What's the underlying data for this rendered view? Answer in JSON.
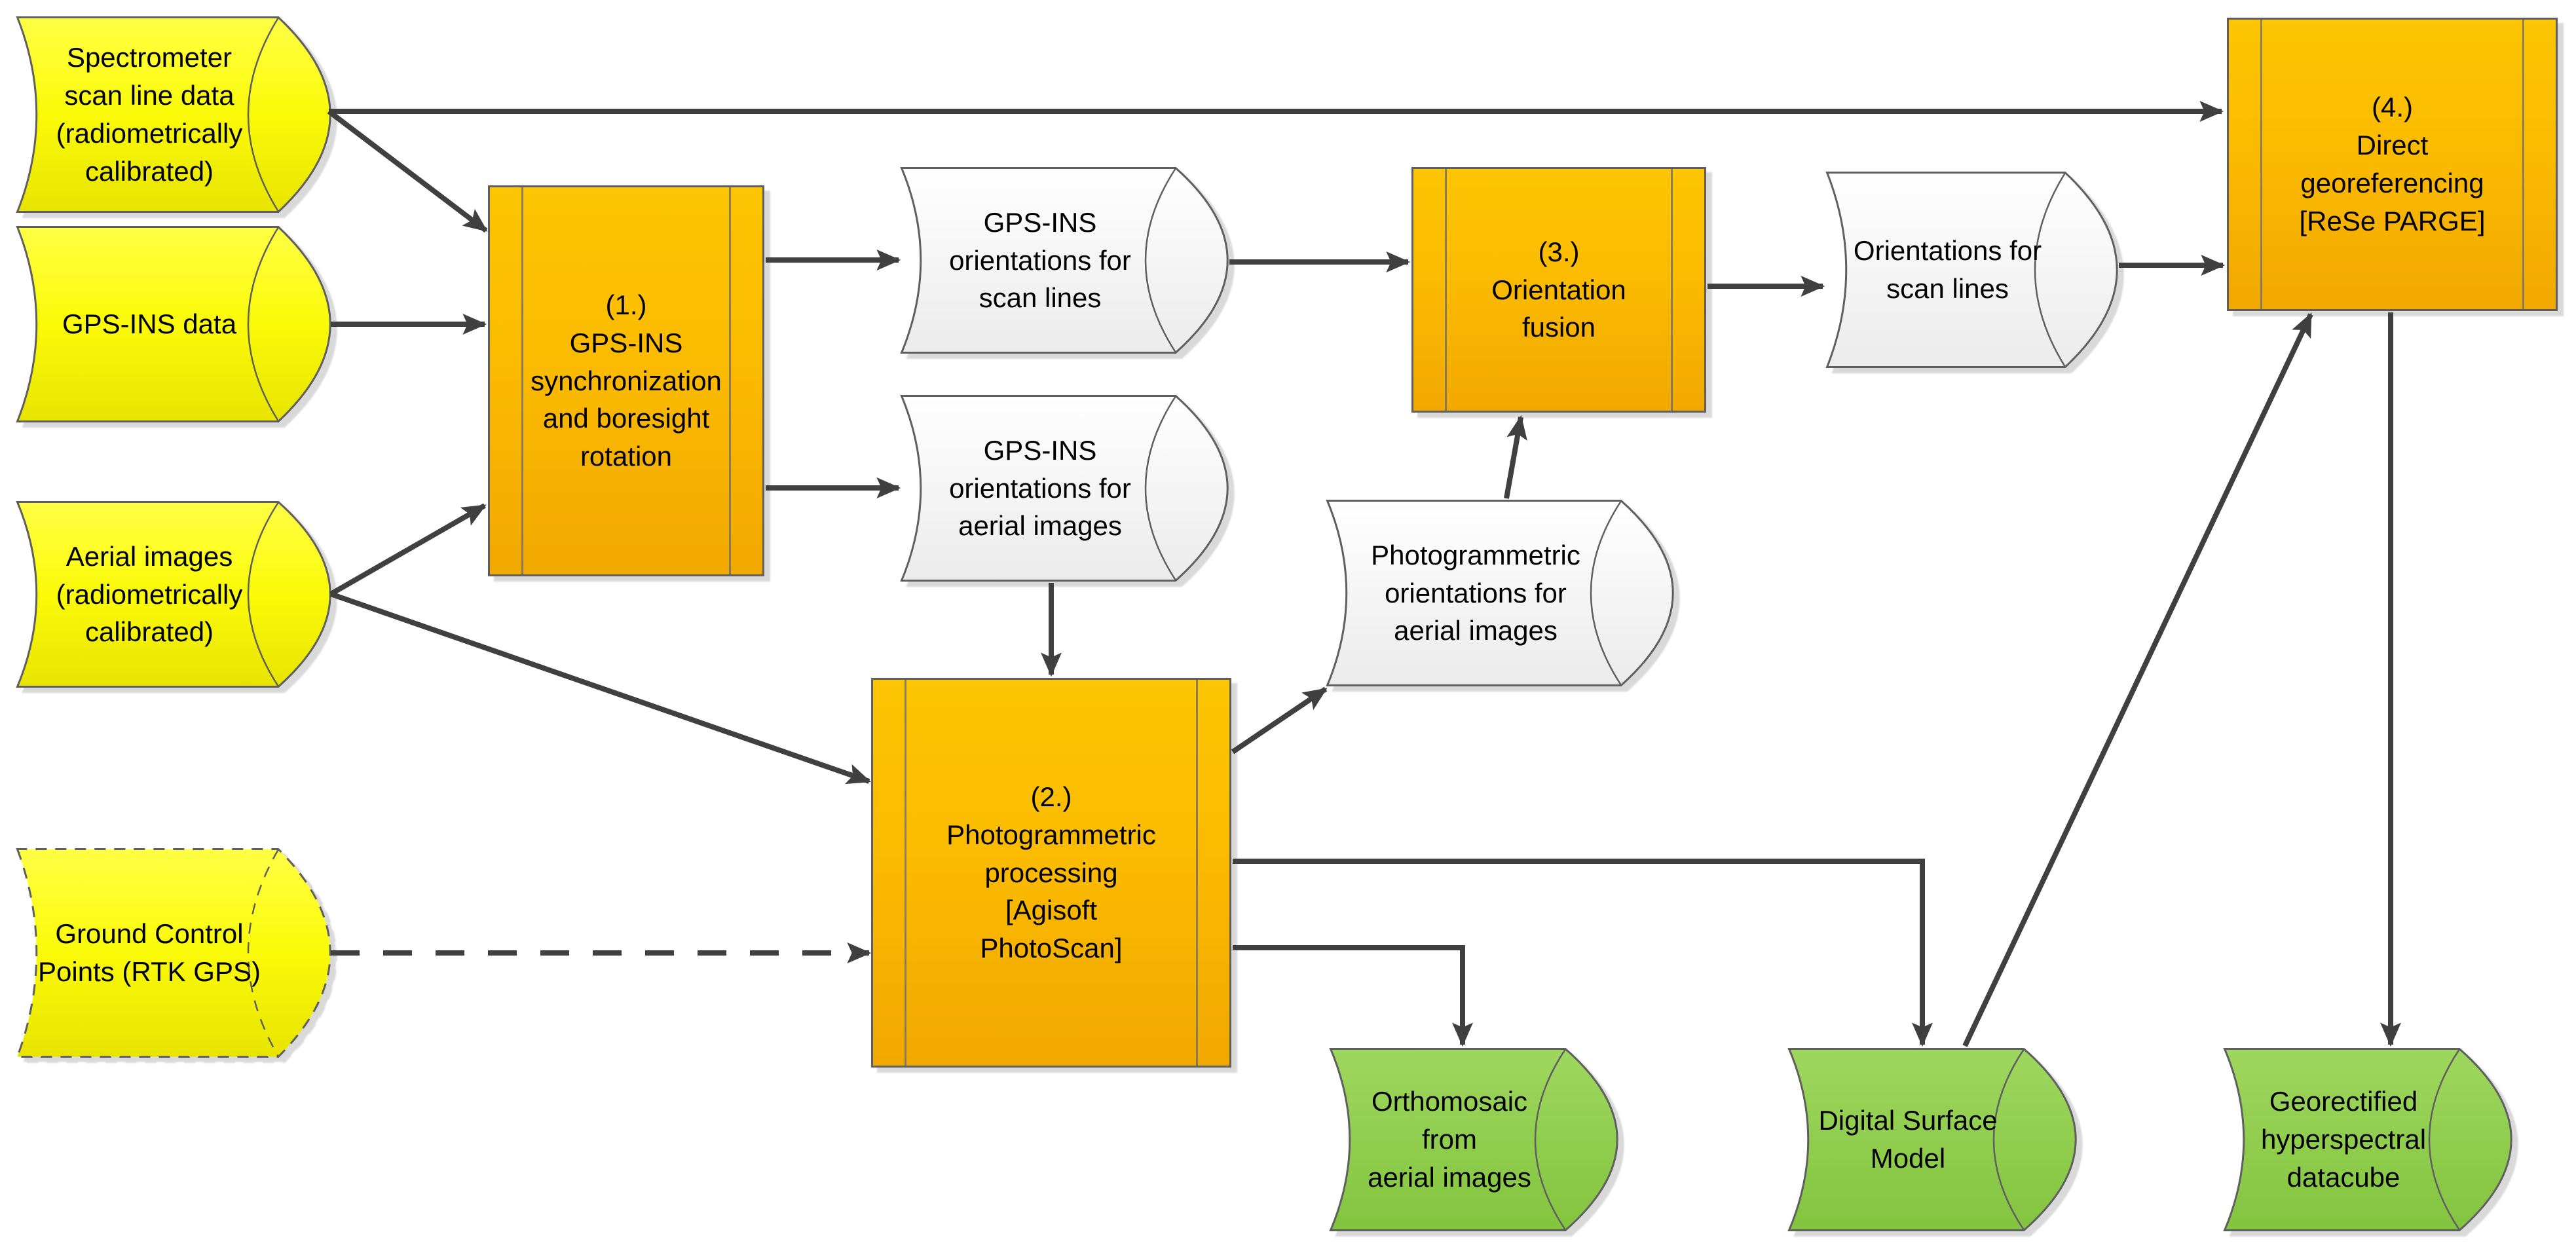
{
  "diagram": {
    "type": "flowchart",
    "background": "#FFFFFF",
    "colors": {
      "input_fill_top": "#FFFF45",
      "input_fill_bottom": "#E8E400",
      "process_fill_top": "#FDC503",
      "process_fill_bottom": "#F1A800",
      "intermediate_fill_top": "#FFFFFF",
      "intermediate_fill_bottom": "#ECECEC",
      "output_fill_top": "#9ED75E",
      "output_fill_bottom": "#83C43E",
      "shape_stroke": "#5F5F5F",
      "connector": "#404040",
      "text": "#000000"
    },
    "nodes": [
      {
        "id": "spectrometer-scan-line-data",
        "type": "input-data",
        "shape": "cylinder",
        "label": "Spectrometer\nscan line data\n(radiometrically\ncalibrated)"
      },
      {
        "id": "gps-ins-data",
        "type": "input-data",
        "shape": "cylinder",
        "label": "GPS-INS data"
      },
      {
        "id": "aerial-images",
        "type": "input-data",
        "shape": "cylinder",
        "label": "Aerial images\n(radiometrically\ncalibrated)"
      },
      {
        "id": "ground-control-points",
        "type": "input-data",
        "shape": "cylinder-dashed",
        "label": "Ground Control\nPoints (RTK GPS)"
      },
      {
        "id": "gps-ins-synchronization",
        "type": "process",
        "shape": "process-box",
        "label": "(1.)\nGPS-INS\nsynchronization\nand boresight\nrotation"
      },
      {
        "id": "gps-ins-orientations-scan-lines",
        "type": "intermediate-data",
        "shape": "cylinder",
        "label": "GPS-INS\norientations for\nscan lines"
      },
      {
        "id": "gps-ins-orientations-aerial-images",
        "type": "intermediate-data",
        "shape": "cylinder",
        "label": "GPS-INS\norientations for\naerial images"
      },
      {
        "id": "photogrammetric-processing",
        "type": "process",
        "shape": "process-box",
        "label": "(2.)\nPhotogrammetric\nprocessing\n[Agisoft\nPhotoScan]"
      },
      {
        "id": "photogrammetric-orientations",
        "type": "intermediate-data",
        "shape": "cylinder",
        "label": "Photogrammetric\norientations for\naerial images"
      },
      {
        "id": "orientation-fusion",
        "type": "process",
        "shape": "process-box",
        "label": "(3.)\nOrientation\nfusion"
      },
      {
        "id": "orientations-for-scan-lines",
        "type": "intermediate-data",
        "shape": "cylinder",
        "label": "Orientations for\nscan lines"
      },
      {
        "id": "direct-georeferencing",
        "type": "process",
        "shape": "process-box",
        "label": "(4.)\nDirect\ngeoreferencing\n[ReSe PARGE]"
      },
      {
        "id": "orthomosaic",
        "type": "output-data",
        "shape": "cylinder",
        "label": "Orthomosaic\nfrom\naerial images"
      },
      {
        "id": "digital-surface-model",
        "type": "output-data",
        "shape": "cylinder",
        "label": "Digital Surface\nModel"
      },
      {
        "id": "georectified-datacube",
        "type": "output-data",
        "shape": "cylinder",
        "label": "Georectified\nhyperspectral\ndatacube"
      }
    ],
    "edges": [
      {
        "from": "spectrometer-scan-line-data",
        "to": "direct-georeferencing",
        "style": "solid"
      },
      {
        "from": "spectrometer-scan-line-data",
        "to": "gps-ins-synchronization",
        "style": "solid"
      },
      {
        "from": "gps-ins-data",
        "to": "gps-ins-synchronization",
        "style": "solid"
      },
      {
        "from": "aerial-images",
        "to": "gps-ins-synchronization",
        "style": "solid"
      },
      {
        "from": "aerial-images",
        "to": "photogrammetric-processing",
        "style": "solid"
      },
      {
        "from": "ground-control-points",
        "to": "photogrammetric-processing",
        "style": "dashed"
      },
      {
        "from": "gps-ins-synchronization",
        "to": "gps-ins-orientations-scan-lines",
        "style": "solid"
      },
      {
        "from": "gps-ins-synchronization",
        "to": "gps-ins-orientations-aerial-images",
        "style": "solid"
      },
      {
        "from": "gps-ins-orientations-scan-lines",
        "to": "orientation-fusion",
        "style": "solid"
      },
      {
        "from": "gps-ins-orientations-aerial-images",
        "to": "photogrammetric-processing",
        "style": "solid"
      },
      {
        "from": "photogrammetric-processing",
        "to": "photogrammetric-orientations",
        "style": "solid"
      },
      {
        "from": "photogrammetric-orientations",
        "to": "orientation-fusion",
        "style": "solid"
      },
      {
        "from": "orientation-fusion",
        "to": "orientations-for-scan-lines",
        "style": "solid"
      },
      {
        "from": "orientations-for-scan-lines",
        "to": "direct-georeferencing",
        "style": "solid"
      },
      {
        "from": "photogrammetric-processing",
        "to": "digital-surface-model",
        "style": "solid"
      },
      {
        "from": "photogrammetric-processing",
        "to": "orthomosaic",
        "style": "solid"
      },
      {
        "from": "digital-surface-model",
        "to": "direct-georeferencing",
        "style": "solid"
      },
      {
        "from": "direct-georeferencing",
        "to": "georectified-datacube",
        "style": "solid"
      }
    ]
  }
}
